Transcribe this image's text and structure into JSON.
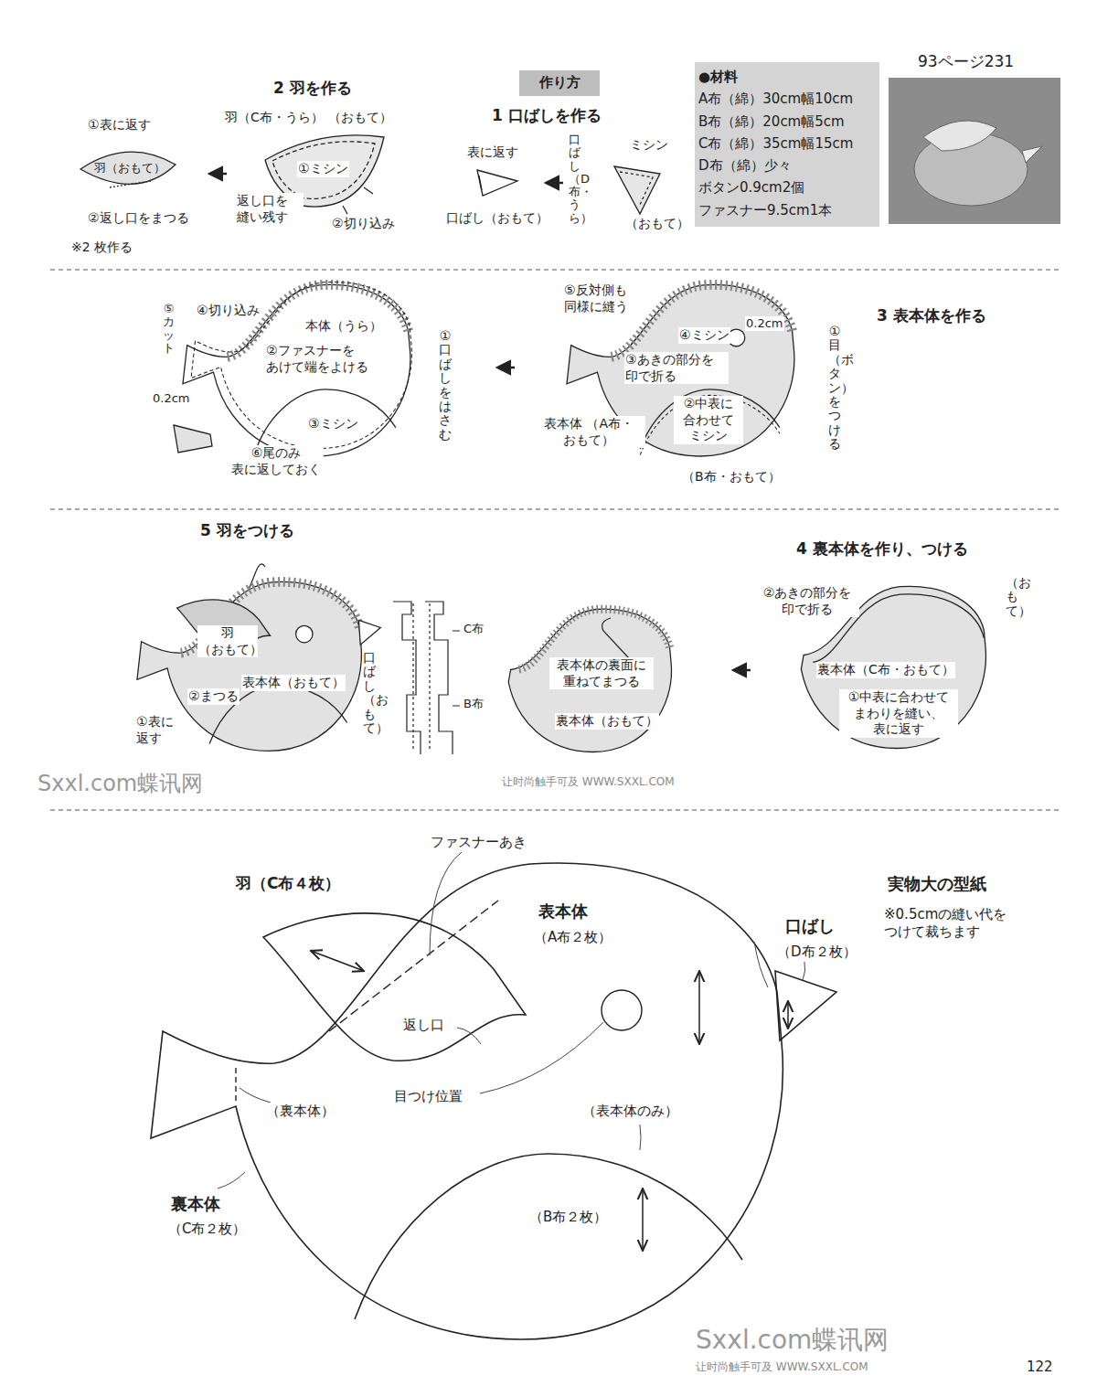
{
  "diagram": {
    "nodes": [
      {
        "text": [
          "作り方"
        ]
      },
      {
        "text": [
          "●材料",
          "A布（綿）30cm幅10cm",
          "B布（綿）20cm幅5cm",
          "C布（綿）35cm幅15cm",
          "D布（綿）少々",
          "ボタン0.9cm2個",
          "ファスナー9.5cm1本"
        ]
      }
    ],
    "labels": [
      "93ページ231",
      "1 口ばしを作る",
      "表に返す",
      "口ばし（おもて）",
      "口ばし（D布・うら）",
      "ミシン",
      "（おもて）",
      "2 羽を作る",
      "①表に返す",
      "羽（おもて）",
      "②返し口をまつる",
      "※2 枚作る",
      "羽（C布・うら）",
      "（おもて）",
      "①ミシン",
      "返し口を 縫い残す",
      "②切り込み",
      "3 表本体を作る",
      "⑤反対側も 同様に縫う",
      "④ミシン",
      "0.2cm",
      "③あきの部分を 印で折る",
      "①目（ボタン）を つける",
      "②中表に 合わせて ミシン",
      "表本体 （A布・おもて）",
      "（B布・おもて）",
      "⑤カット",
      "④切り込み",
      "本体（うら）",
      "②ファスナーを あけて端をよける",
      "①口ばしをはさむ",
      "0.2cm",
      "③ミシン",
      "⑥尾のみ 表に返しておく",
      "4 裏本体を作り、つける",
      "②あきの部分を 印で折る",
      "（おもて）",
      "裏本体（C布・おもて）",
      "①中表に合わせて まわりを縫い、 表に返す",
      "表本体の裏面に 重ねてまつる",
      "裏本体（おもて）",
      "5 羽をつける",
      "羽 （おもて）",
      "表本体（おもて）",
      "②まつる",
      "①表に 返す",
      "口ばし（おもて）",
      "C布",
      "B布",
      "ファスナーあき",
      "羽（C布４枚）",
      "表本体",
      "（A布２枚）",
      "口ばし",
      "（D布２枚）",
      "実物大の型紙",
      "※0.5cmの縫い代を つけて裁ちます",
      "返し口",
      "目つけ位置",
      "（裏本体）",
      "（表本体のみ）",
      "裏本体",
      "（C布２枚）",
      "（B布２枚）",
      "122",
      "Sxxl.com蝶讯网",
      "让时尚触手可及 WWW.SXXL.COM",
      "Sxxl.com蝶讯网",
      "让时尚触手可及 WWW.SXXL.COM"
    ]
  }
}
